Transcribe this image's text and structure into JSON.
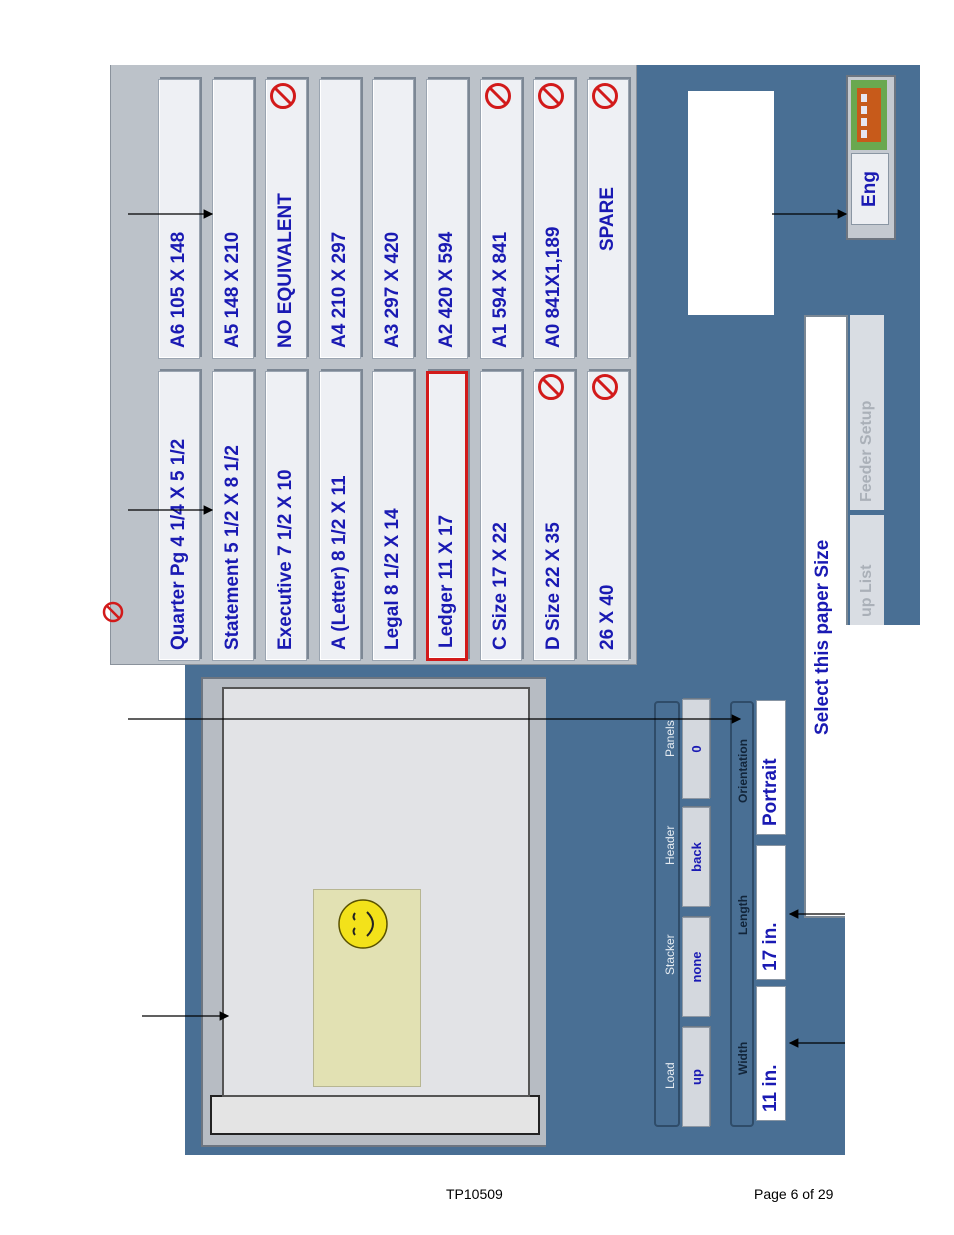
{
  "doc": {
    "id": "TP10509",
    "page": "Page 6 of 29"
  },
  "paper_sizes": {
    "us": [
      {
        "label": "Quarter Pg 4 1/4 X 5 1/2",
        "disabled": false,
        "selected": false
      },
      {
        "label": "Statement 5 1/2 X 8 1/2",
        "disabled": false,
        "selected": false
      },
      {
        "label": "Executive  7 1/2 X 10",
        "disabled": false,
        "selected": false
      },
      {
        "label": "A (Letter)   8 1/2 X 11",
        "disabled": false,
        "selected": false
      },
      {
        "label": "Legal     8 1/2  X 14",
        "disabled": false,
        "selected": false
      },
      {
        "label": "Ledger     11 X 17",
        "disabled": false,
        "selected": true
      },
      {
        "label": "C Size   17 X 22",
        "disabled": false,
        "selected": false
      },
      {
        "label": "D Size   22 X 35",
        "disabled": true,
        "selected": false
      },
      {
        "label": "26 X 40",
        "disabled": true,
        "selected": false
      }
    ],
    "iso": [
      {
        "label": "A6   105 X 148",
        "disabled": false
      },
      {
        "label": "A5  148 X 210",
        "disabled": false
      },
      {
        "label": "NO EQUIVALENT",
        "disabled": true
      },
      {
        "label": "A4  210 X 297",
        "disabled": false
      },
      {
        "label": "A3   297 X 420",
        "disabled": false
      },
      {
        "label": "A2   420 X 594",
        "disabled": false
      },
      {
        "label": "A1   594 X 841",
        "disabled": true
      },
      {
        "label": "A0  841X1,189",
        "disabled": true
      },
      {
        "label": "SPARE",
        "disabled": true
      }
    ]
  },
  "status": {
    "headers": {
      "load": "Load",
      "stacker": "Stacker",
      "header": "Header",
      "panels": "Panels"
    },
    "values": {
      "load": "up",
      "stacker": "none",
      "header": "back",
      "panels": "0"
    },
    "dimension_labels": {
      "width": "Width",
      "length": "Length",
      "orientation": "Orientation"
    },
    "dimension_values": {
      "width": "11  in.",
      "length": "17  in.",
      "orientation": "Portrait"
    }
  },
  "message": "Select this paper Size",
  "tabs": {
    "setup_list": "up List",
    "feeder_setup": "Feeder Setup"
  },
  "language_button": "Eng",
  "colors": {
    "panel": "#496f94",
    "button_text": "#1a1ab3",
    "selected_border": "#d21a1a",
    "disabled_symbol": "#d21a1a"
  }
}
